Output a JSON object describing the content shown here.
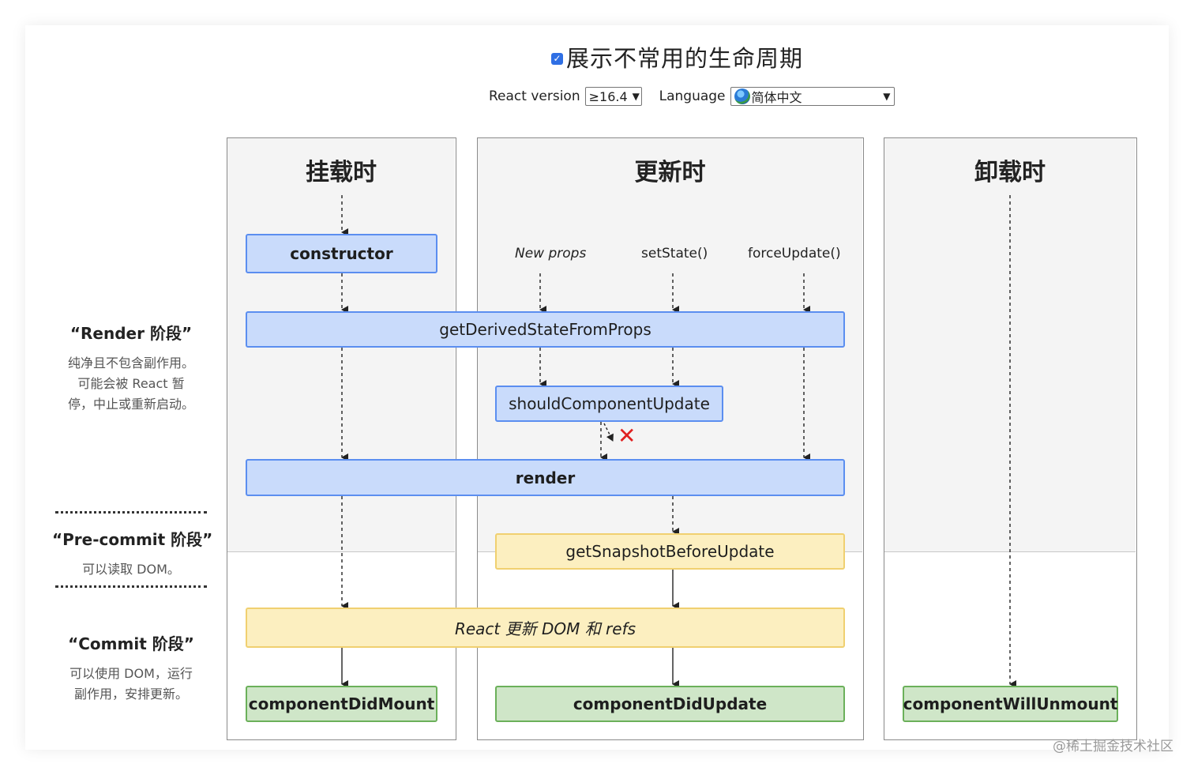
{
  "header": {
    "checkbox_checked": true,
    "title": "展示不常用的生命周期",
    "react_version_label": "React version",
    "react_version_value": "≥16.4",
    "language_label": "Language",
    "language_value": "简体中文"
  },
  "columns": {
    "mount": "挂载时",
    "update": "更新时",
    "unmount": "卸载时"
  },
  "triggers": {
    "new_props": "New props",
    "set_state": "setState()",
    "force_update": "forceUpdate()"
  },
  "methods": {
    "constructor": "constructor",
    "get_derived_state": "getDerivedStateFromProps",
    "should_update": "shouldComponentUpdate",
    "render": "render",
    "get_snapshot": "getSnapshotBeforeUpdate",
    "react_update_dom": "React 更新 DOM 和 refs",
    "did_mount": "componentDidMount",
    "did_update": "componentDidUpdate",
    "will_unmount": "componentWillUnmount"
  },
  "phases": {
    "render_title": "“Render 阶段”",
    "render_desc_1": "纯净且不包含副作用。",
    "render_desc_2": "可能会被 React 暂",
    "render_desc_3": "停，中止或重新启动。",
    "precommit_title": "“Pre-commit 阶段”",
    "precommit_desc_1": "可以读取 DOM。",
    "commit_title": "“Commit 阶段”",
    "commit_desc_1": "可以使用 DOM，运行",
    "commit_desc_2": "副作用，安排更新。"
  },
  "cancel_mark": "✕",
  "watermark": "@稀土掘金技术社区",
  "colors": {
    "blue_fill": "#c9dbfb",
    "blue_border": "#5b8ef0",
    "yellow_fill": "#fcefc0",
    "yellow_border": "#f0d070",
    "green_fill": "#cfe6c8",
    "green_border": "#6bb05a",
    "cancel_red": "#e02020"
  }
}
